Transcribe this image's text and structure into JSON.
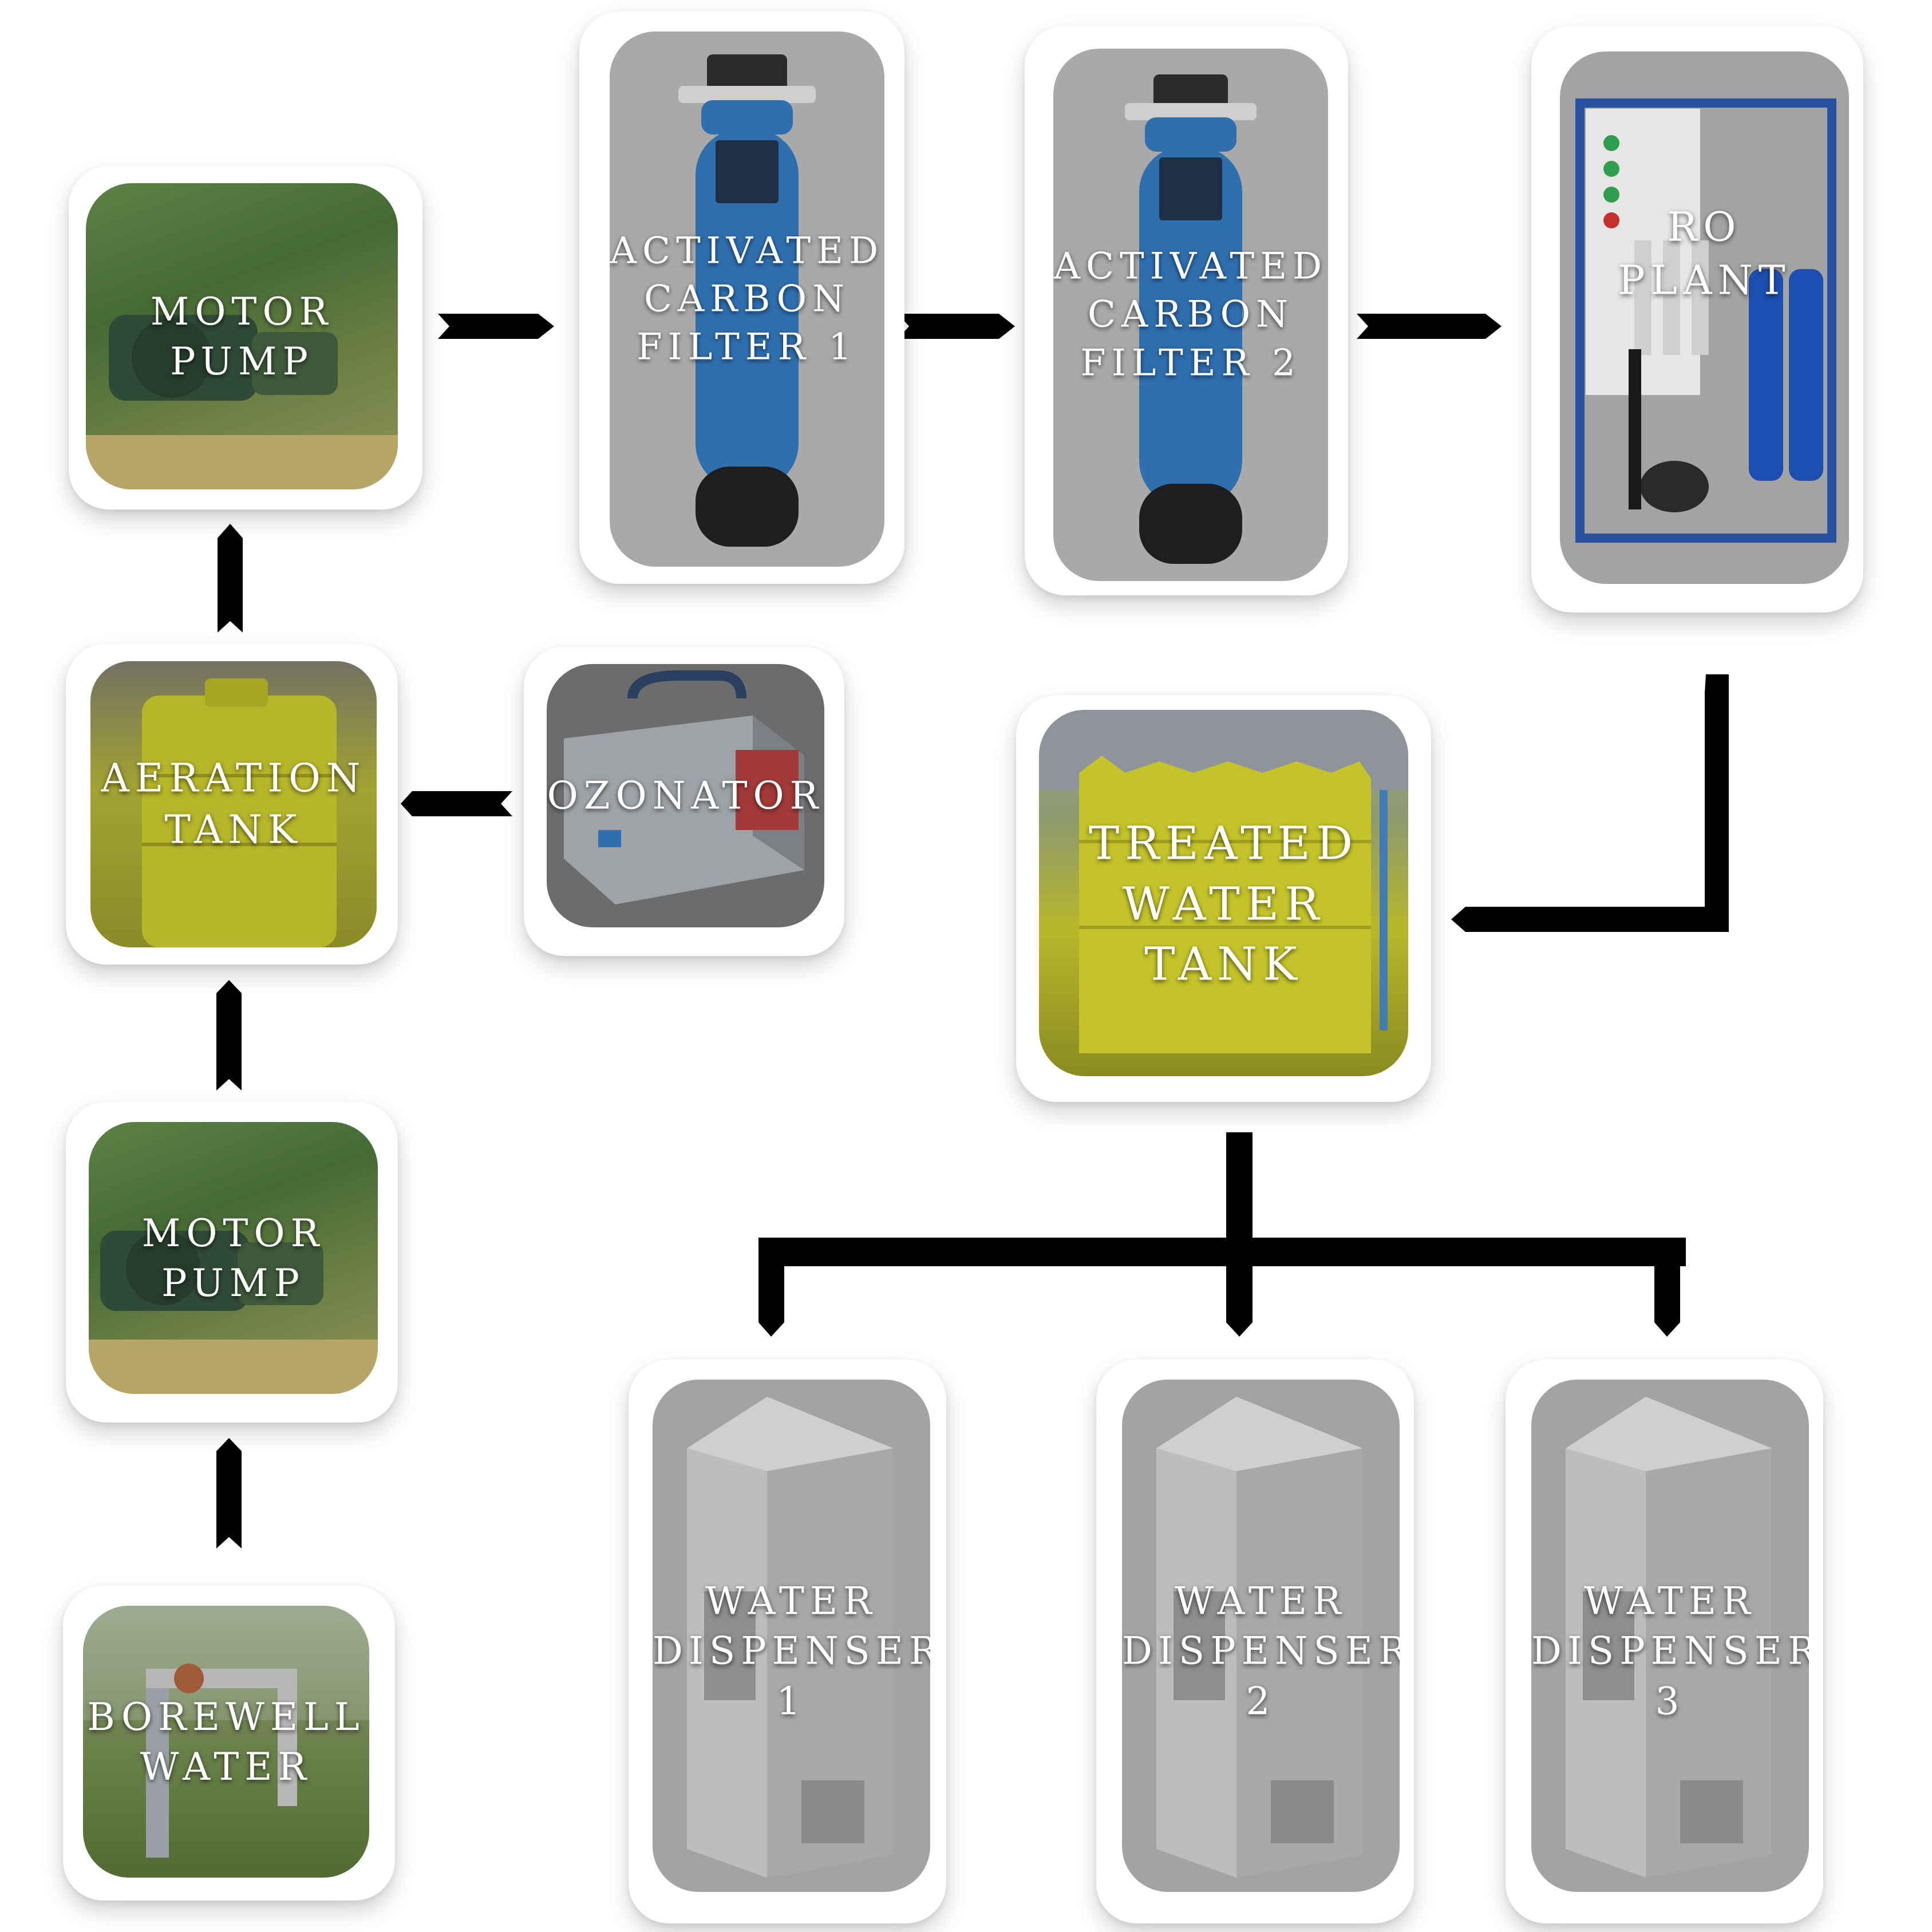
{
  "nodes": {
    "motor_pump_top": {
      "label": [
        "MOTOR",
        "PUMP"
      ]
    },
    "carbon_filter_1": {
      "label": [
        "ACTIVATED",
        "CARBON",
        "FILTER 1"
      ]
    },
    "carbon_filter_2": {
      "label": [
        "ACTIVATED",
        "CARBON",
        "FILTER 2"
      ]
    },
    "ro_plant": {
      "label": [
        "RO",
        "PLANT"
      ]
    },
    "aeration_tank": {
      "label": [
        "AERATION",
        "TANK"
      ]
    },
    "ozonator": {
      "label": [
        "OZONATOR"
      ]
    },
    "treated_water_tank": {
      "label": [
        "TREATED",
        "WATER",
        "TANK"
      ]
    },
    "motor_pump_bottom": {
      "label": [
        "MOTOR",
        "PUMP"
      ]
    },
    "borewell_water": {
      "label": [
        "BOREWELL",
        "WATER"
      ]
    },
    "water_dispenser_1": {
      "label": [
        "WATER",
        "DISPENSER",
        "1"
      ]
    },
    "water_dispenser_2": {
      "label": [
        "WATER",
        "DISPENSER",
        "2"
      ]
    },
    "water_dispenser_3": {
      "label": [
        "WATER",
        "DISPENSER",
        "3"
      ]
    }
  },
  "colors": {
    "arrow": "#000000",
    "label_text": "#ffffff",
    "card": "#ffffff",
    "filter_blue": "#2f6fb0",
    "tank_yellow": "#c9c92a"
  }
}
